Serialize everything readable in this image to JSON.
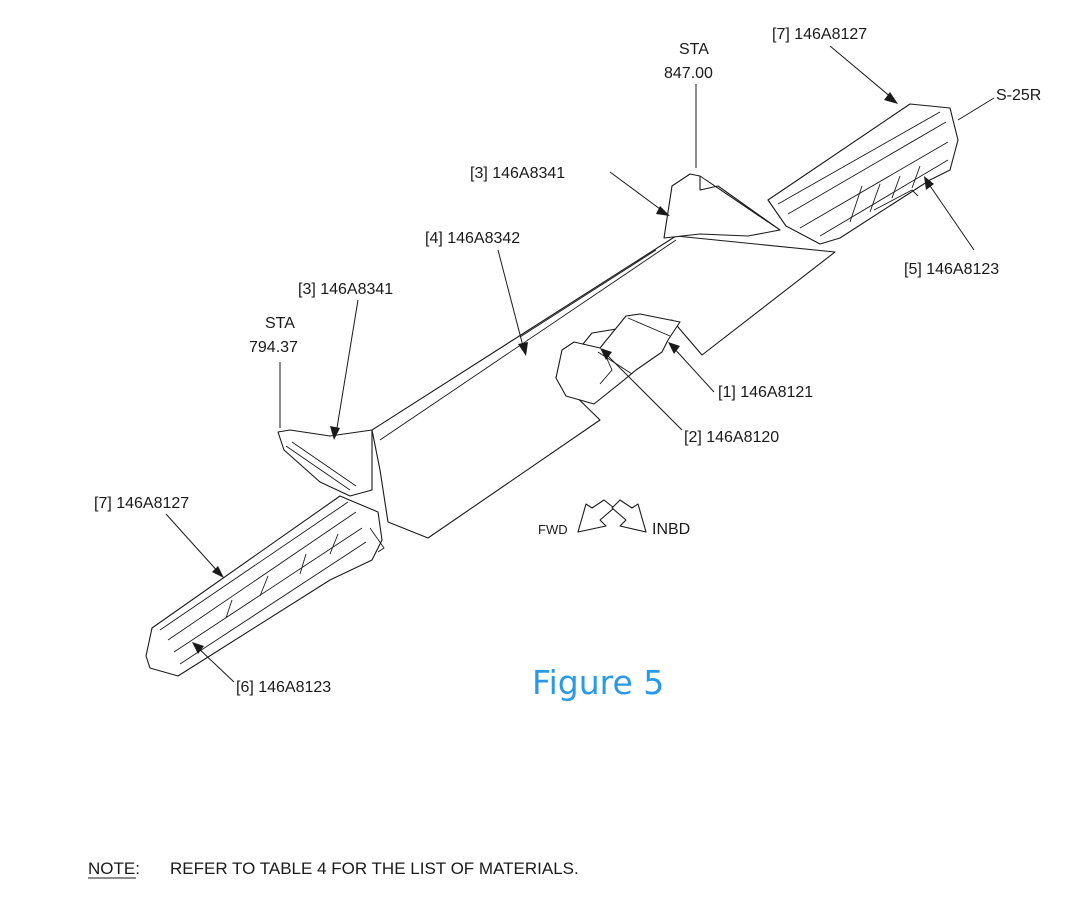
{
  "figure_title": "Figure 5",
  "note": {
    "label": "NOTE:",
    "text": "REFER TO TABLE 4 FOR THE LIST OF MATERIALS."
  },
  "stations": [
    {
      "line1": "STA",
      "line2": "847.00"
    },
    {
      "line1": "STA",
      "line2": "794.37"
    }
  ],
  "stringer": "S-25R",
  "callouts": [
    "[7] 146A8127",
    "[3] 146A8341",
    "[4] 146A8342",
    "[3] 146A8341",
    "[5] 146A8123",
    "[1] 146A8121",
    "[2] 146A8120",
    "[7] 146A8127",
    "[6] 146A8123"
  ],
  "direction": {
    "forward": "FWD",
    "inboard": "INBD"
  },
  "colors": {
    "figure_title": "#2a9ae8",
    "line": "#1a1a1a"
  }
}
